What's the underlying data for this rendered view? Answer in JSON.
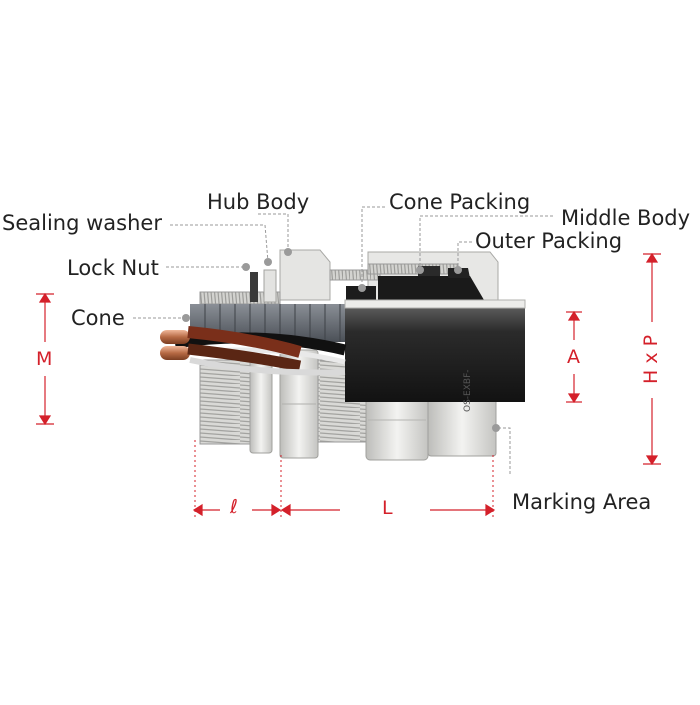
{
  "labels": {
    "sealing_washer": "Sealing washer",
    "hub_body": "Hub Body",
    "cone_packing": "Cone Packing",
    "middle_body": "Middle Body",
    "outer_packing": "Outer Packing",
    "lock_nut": "Lock Nut",
    "cone": "Cone",
    "marking_area": "Marking Area"
  },
  "dimensions": {
    "m": "M",
    "ell": "ℓ",
    "l": "L",
    "a": "A",
    "hxp": "H x P"
  },
  "marking_text": "OS-EXBF-",
  "colors": {
    "dimension": "#d4202a",
    "label": "#222222",
    "leader": "#999999",
    "metal": "#d9d9d6",
    "packing": "#1c1c1c",
    "cable_sheath": "#2a2a2a",
    "copper": "#c7805a"
  }
}
